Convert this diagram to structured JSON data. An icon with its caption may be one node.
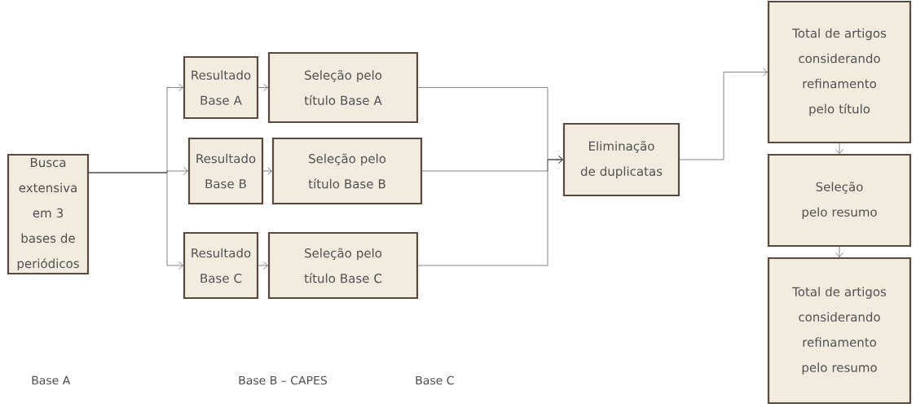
{
  "diagram": {
    "nodes": [
      {
        "text": [
          "Busca extensiva em 3 bases de periódicos"
        ]
      },
      {
        "text": [
          "Resultado Base A"
        ]
      },
      {
        "text": [
          "Resultado Base B"
        ]
      },
      {
        "text": [
          "Resultado Base C"
        ]
      },
      {
        "text": [
          "Seleção pelo título Base A"
        ]
      },
      {
        "text": [
          "Seleção pelo título Base B"
        ]
      },
      {
        "text": [
          "Seleção pelo título Base C"
        ]
      },
      {
        "text": [
          "Eliminação de duplicatas"
        ]
      },
      {
        "text": [
          "Total de artigos considerando refinamento pelo título"
        ]
      },
      {
        "text": [
          "Seleção pelo resumo"
        ]
      },
      {
        "text": [
          "Total de artigos considerando refinamento pelo resumo"
        ]
      }
    ],
    "edges": [
      {
        "from": 0,
        "to": 1,
        "arrow": "to"
      },
      {
        "from": 0,
        "to": 2,
        "arrow": "to"
      },
      {
        "from": 0,
        "to": 3,
        "arrow": "to"
      },
      {
        "from": 1,
        "to": 4,
        "arrow": "to"
      },
      {
        "from": 2,
        "to": 5,
        "arrow": "to"
      },
      {
        "from": 3,
        "to": 6,
        "arrow": "to"
      },
      {
        "from": 4,
        "to": 7,
        "arrow": "to"
      },
      {
        "from": 5,
        "to": 7,
        "arrow": "to"
      },
      {
        "from": 6,
        "to": 7,
        "arrow": "to"
      },
      {
        "from": 7,
        "to": 8,
        "arrow": "to"
      },
      {
        "from": 8,
        "to": 9,
        "arrow": "to"
      },
      {
        "from": 9,
        "to": 10,
        "arrow": "to"
      }
    ],
    "labels": [
      "Base A",
      "Base B – CAPES",
      "Base C"
    ]
  }
}
